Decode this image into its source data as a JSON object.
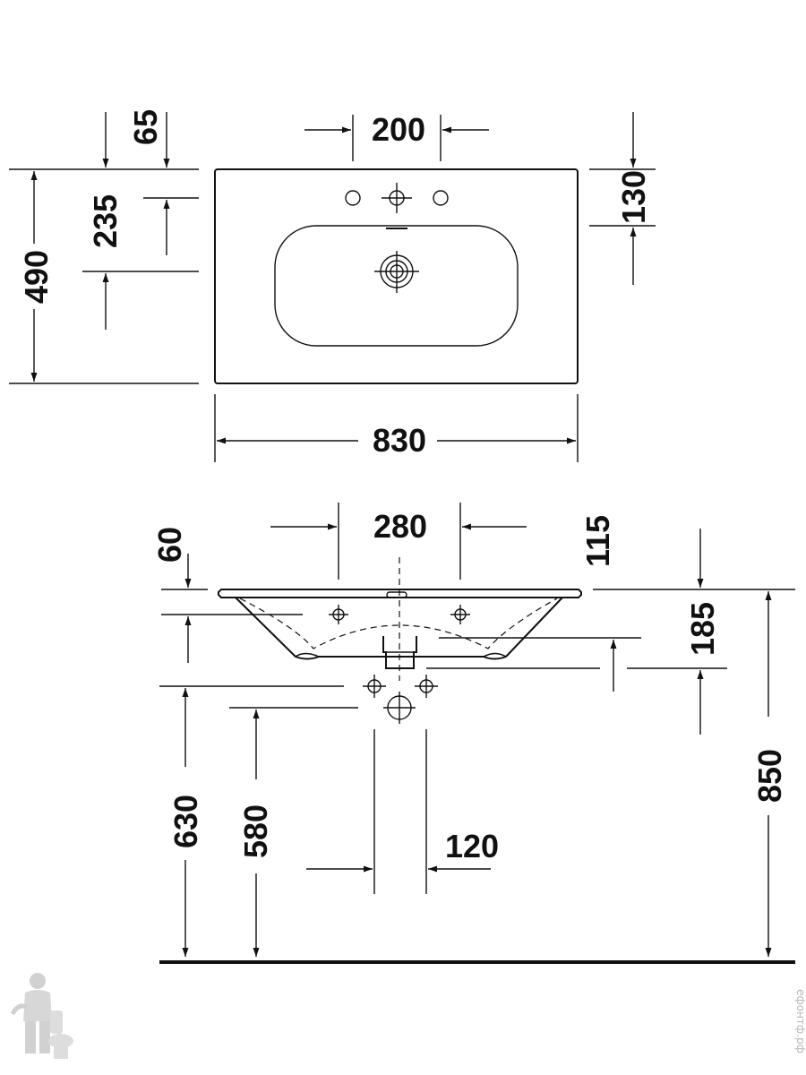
{
  "top_view": {
    "dim_width": "830",
    "dim_depth": "490",
    "dim_tap_spacing": "200",
    "dim_tap_offset": "130",
    "dim_edge_offset": "65",
    "dim_drain_offset": "235"
  },
  "front_view": {
    "dim_bowl_width": "280",
    "dim_rim_thickness": "60",
    "dim_height_to_overflow": "115",
    "dim_bowl_depth": "185",
    "dim_rim_height": "850",
    "dim_supply_height": "630",
    "dim_waste_height": "580",
    "dim_supply_spacing": "120"
  },
  "watermark": {
    "text": "ефонтф.рф",
    "logo_icon": "plumber-mascot-icon"
  },
  "colors": {
    "line": "#111111",
    "watermark": "#b8b8b8",
    "background": "#ffffff"
  }
}
